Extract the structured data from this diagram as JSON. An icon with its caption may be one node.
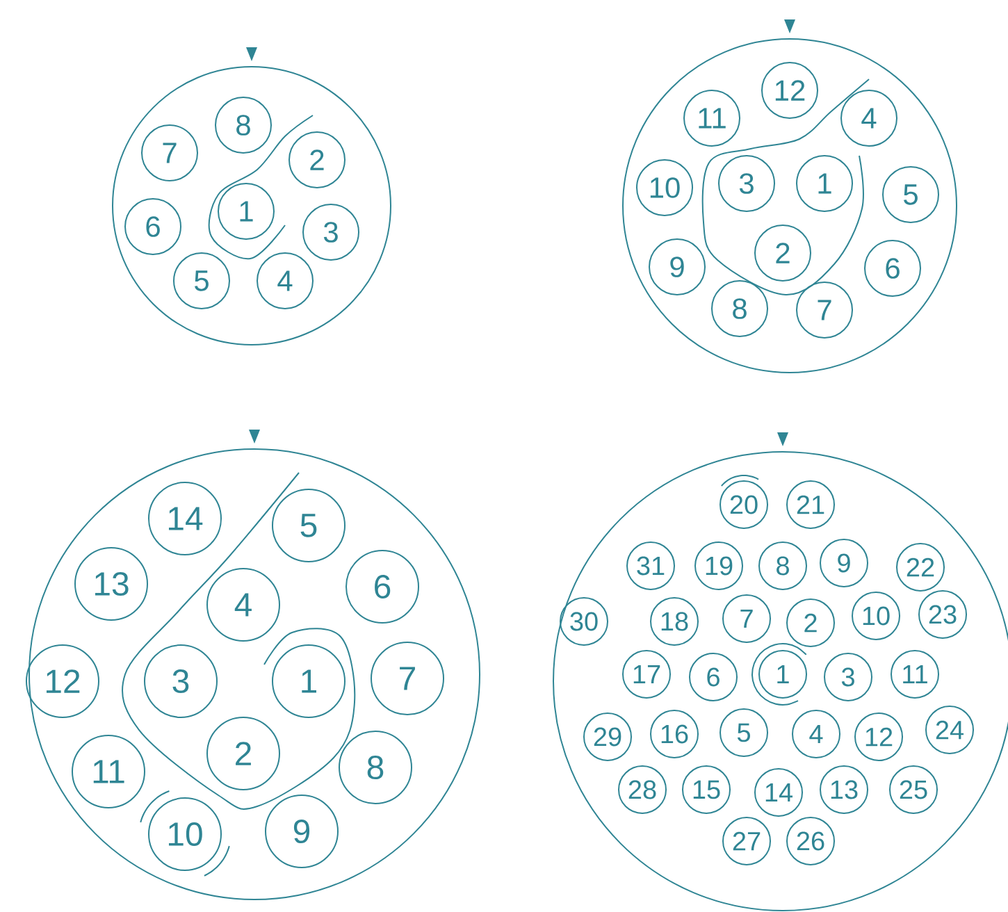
{
  "diagram": {
    "nodes": [
      {
        "text": [],
        "shape": "circle"
      },
      {
        "text": [
          "1"
        ],
        "in": 0
      },
      {
        "text": [
          "2"
        ],
        "in": 0
      },
      {
        "text": [
          "3"
        ],
        "in": 0
      },
      {
        "text": [
          "4"
        ],
        "in": 0
      },
      {
        "text": [
          "5"
        ],
        "in": 0
      },
      {
        "text": [
          "6"
        ],
        "in": 0
      },
      {
        "text": [
          "7"
        ],
        "in": 0
      },
      {
        "text": [
          "8"
        ],
        "in": 0
      },
      {
        "text": [],
        "shape": "circle"
      },
      {
        "text": [
          "1"
        ],
        "in": 9
      },
      {
        "text": [
          "2"
        ],
        "in": 9
      },
      {
        "text": [
          "3"
        ],
        "in": 9
      },
      {
        "text": [
          "4"
        ],
        "in": 9
      },
      {
        "text": [
          "5"
        ],
        "in": 9
      },
      {
        "text": [
          "6"
        ],
        "in": 9
      },
      {
        "text": [
          "7"
        ],
        "in": 9
      },
      {
        "text": [
          "8"
        ],
        "in": 9
      },
      {
        "text": [
          "9"
        ],
        "in": 9
      },
      {
        "text": [
          "10"
        ],
        "in": 9
      },
      {
        "text": [
          "11"
        ],
        "in": 9
      },
      {
        "text": [
          "12"
        ],
        "in": 9
      },
      {
        "text": [],
        "shape": "circle"
      },
      {
        "text": [
          "1"
        ],
        "in": 22
      },
      {
        "text": [
          "2"
        ],
        "in": 22
      },
      {
        "text": [
          "3"
        ],
        "in": 22
      },
      {
        "text": [
          "4"
        ],
        "in": 22
      },
      {
        "text": [
          "5"
        ],
        "in": 22
      },
      {
        "text": [
          "6"
        ],
        "in": 22
      },
      {
        "text": [
          "7"
        ],
        "in": 22
      },
      {
        "text": [
          "8"
        ],
        "in": 22
      },
      {
        "text": [
          "9"
        ],
        "in": 22
      },
      {
        "text": [
          "10"
        ],
        "in": 22
      },
      {
        "text": [
          "11"
        ],
        "in": 22
      },
      {
        "text": [
          "12"
        ],
        "in": 22
      },
      {
        "text": [
          "13"
        ],
        "in": 22
      },
      {
        "text": [
          "14"
        ],
        "in": 22
      },
      {
        "text": [],
        "shape": "circle"
      },
      {
        "text": [
          "1"
        ],
        "in": 37
      },
      {
        "text": [
          "2"
        ],
        "in": 37
      },
      {
        "text": [
          "3"
        ],
        "in": 37
      },
      {
        "text": [
          "4"
        ],
        "in": 37
      },
      {
        "text": [
          "5"
        ],
        "in": 37
      },
      {
        "text": [
          "6"
        ],
        "in": 37
      },
      {
        "text": [
          "7"
        ],
        "in": 37
      },
      {
        "text": [
          "8"
        ],
        "in": 37
      },
      {
        "text": [
          "9"
        ],
        "in": 37
      },
      {
        "text": [
          "10"
        ],
        "in": 37
      },
      {
        "text": [
          "11"
        ],
        "in": 37
      },
      {
        "text": [
          "12"
        ],
        "in": 37
      },
      {
        "text": [
          "13"
        ],
        "in": 37
      },
      {
        "text": [
          "14"
        ],
        "in": 37
      },
      {
        "text": [
          "15"
        ],
        "in": 37
      },
      {
        "text": [
          "16"
        ],
        "in": 37
      },
      {
        "text": [
          "17"
        ],
        "in": 37
      },
      {
        "text": [
          "18"
        ],
        "in": 37
      },
      {
        "text": [
          "19"
        ],
        "in": 37
      },
      {
        "text": [
          "20"
        ],
        "in": 37
      },
      {
        "text": [
          "21"
        ],
        "in": 37
      },
      {
        "text": [
          "22"
        ],
        "in": 37
      },
      {
        "text": [
          "23"
        ],
        "in": 37
      },
      {
        "text": [
          "24"
        ],
        "in": 37
      },
      {
        "text": [
          "25"
        ],
        "in": 37
      },
      {
        "text": [
          "26"
        ],
        "in": 37
      },
      {
        "text": [
          "27"
        ],
        "in": 37
      },
      {
        "text": [
          "28"
        ],
        "in": 37
      },
      {
        "text": [
          "29"
        ],
        "in": 37
      },
      {
        "text": [
          "30"
        ],
        "in": 37
      },
      {
        "text": [
          "31"
        ],
        "in": 37
      }
    ]
  }
}
